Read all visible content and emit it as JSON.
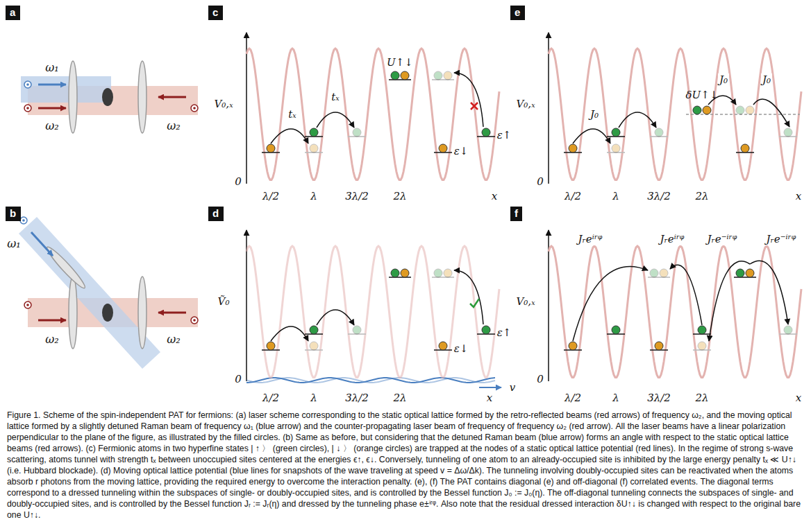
{
  "diagram": {
    "caption": "Figure 1. Scheme of the spin-independent PAT for fermions: (a) laser scheme corresponding to the static optical lattice formed by the retro-reflected beams (red arrows) of frequency ω₂, and the moving optical lattice formed by a slightly detuned Raman beam of frequency ω₁ (blue arrow) and the counter-propagating laser beam of frequency of frequency ω₂ (red arrow). All the laser beams have a linear polarization perpendicular to the plane of the figure, as illustrated by the filled circles. (b) Same as before, but considering that the detuned Raman beam (blue arrow) forms an angle with respect to the static optical lattice beams (red arrows). (c) Fermionic atoms in two hyperfine states | ↑ 〉 (green circles), | ↓ 〉 (orange circles) are trapped at the nodes of a static optical lattice potential (red lines). In the regime of strong s-wave scattering, atoms tunnel with strength tₓ between unoccupied sites centered at the energies ϵ↑, ϵ↓. Conversely, tunneling of one atom to an already-occupied site is inhibited by the large energy penalty tₓ ≪ U↑↓ (i.e. Hubbard blockade). (d) Moving optical lattice potential (blue lines for snapshots of the wave traveling at speed v = Δω/Δk). The tunneling involving doubly-occupied sites can be reactivated when the atoms absorb r photons from the moving lattice, providing the required energy to overcome the interaction penalty. (e), (f) The PAT contains diagonal (e) and off-diagonal (f) correlated events. The diagonal terms correspond to a dressed tunneling within the subspaces of single- or doubly-occupied sites, and is controlled by the Bessel function J₀ := J₀(η). The off-diagonal tunneling connects the subspaces of single- and doubly-occupied sites, and is controlled by the Bessel function Jᵣ := Jᵣ(η) and dressed by the tunneling phase e±ⁱʳᵠ. Also note that the residual dressed interaction δU↑↓ is changed with respect to the original bare one U↑↓.",
    "nodes": [
      {
        "text": [
          "a"
        ]
      },
      {
        "text": [
          "b"
        ]
      },
      {
        "text": [
          "c"
        ]
      },
      {
        "text": [
          "d"
        ]
      },
      {
        "text": [
          "e"
        ]
      },
      {
        "text": [
          "f"
        ]
      }
    ],
    "labels": [
      "ω₁",
      "ω₂",
      "ω₂",
      "ω₁",
      "ω₂",
      "ω₂",
      "V₀,ₓ",
      "0",
      "tₓ",
      "tₓ",
      "U↑↓",
      "ε↑",
      "ε↓",
      "λ/2",
      "λ",
      "3λ/2",
      "2λ",
      "x",
      "Ṽ₀",
      "0",
      "ε↑",
      "ε↓",
      "v",
      "λ/2",
      "λ",
      "3λ/2",
      "2λ",
      "x",
      "V₀,ₓ",
      "0",
      "J₀",
      "J₀",
      "J₀",
      "δU↑↓",
      "λ/2",
      "λ",
      "3λ/2",
      "2λ",
      "x",
      "V₀,ₓ",
      "0",
      "Jᵣeⁱʳᵠ",
      "Jᵣeⁱʳᵠ",
      "Jᵣe⁻ⁱʳᵠ",
      "Jᵣe⁻ⁱʳᵠ",
      "λ/2",
      "λ",
      "3λ/2",
      "2λ",
      "x"
    ]
  }
}
